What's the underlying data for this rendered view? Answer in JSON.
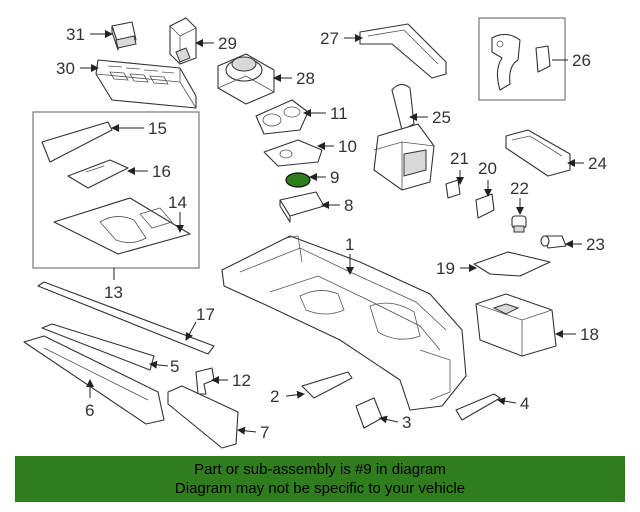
{
  "diagram": {
    "highlight_color": "#2f7d1c",
    "callouts": [
      {
        "id": "c1",
        "label": "1"
      },
      {
        "id": "c2",
        "label": "2"
      },
      {
        "id": "c3",
        "label": "3"
      },
      {
        "id": "c4",
        "label": "4"
      },
      {
        "id": "c5",
        "label": "5"
      },
      {
        "id": "c6",
        "label": "6"
      },
      {
        "id": "c7",
        "label": "7"
      },
      {
        "id": "c8",
        "label": "8"
      },
      {
        "id": "c9",
        "label": "9"
      },
      {
        "id": "c10",
        "label": "10"
      },
      {
        "id": "c11",
        "label": "11"
      },
      {
        "id": "c12",
        "label": "12"
      },
      {
        "id": "c13",
        "label": "13"
      },
      {
        "id": "c14",
        "label": "14"
      },
      {
        "id": "c15",
        "label": "15"
      },
      {
        "id": "c16",
        "label": "16"
      },
      {
        "id": "c17",
        "label": "17"
      },
      {
        "id": "c18",
        "label": "18"
      },
      {
        "id": "c19",
        "label": "19"
      },
      {
        "id": "c20",
        "label": "20"
      },
      {
        "id": "c21",
        "label": "21"
      },
      {
        "id": "c22",
        "label": "22"
      },
      {
        "id": "c23",
        "label": "23"
      },
      {
        "id": "c24",
        "label": "24"
      },
      {
        "id": "c25",
        "label": "25"
      },
      {
        "id": "c26",
        "label": "26"
      },
      {
        "id": "c27",
        "label": "27"
      },
      {
        "id": "c28",
        "label": "28"
      },
      {
        "id": "c29",
        "label": "29"
      },
      {
        "id": "c30",
        "label": "30"
      },
      {
        "id": "c31",
        "label": "31"
      }
    ]
  },
  "banner": {
    "line1": "Part or sub-assembly is #9 in diagram",
    "line2": "Diagram may not be specific to your vehicle",
    "background": "#2f7d1c"
  }
}
